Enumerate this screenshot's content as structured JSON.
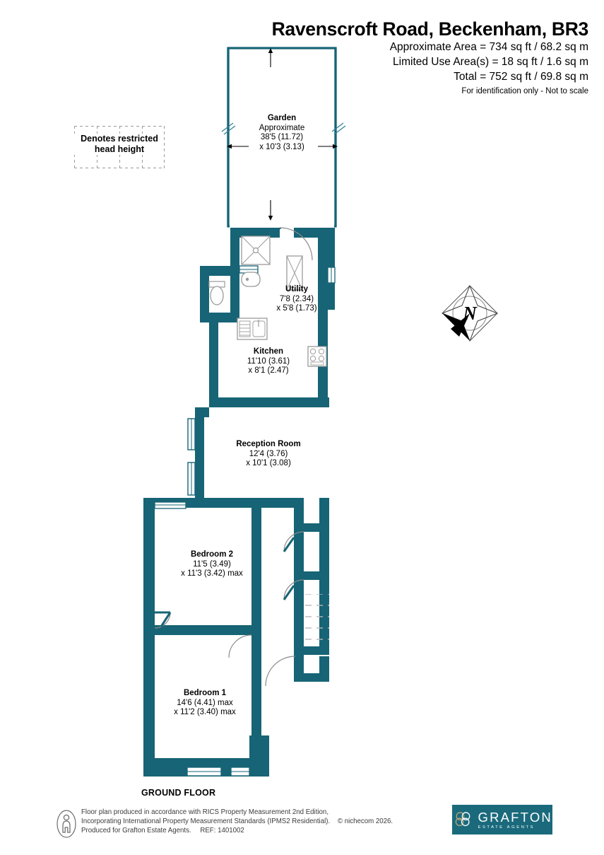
{
  "header": {
    "title": "Ravenscroft Road, Beckenham, BR3",
    "approx_area": "Approximate Area = 734 sq ft / 68.2 sq m",
    "limited_area": "Limited Use Area(s) = 18 sq ft / 1.6 sq m",
    "total_area": "Total = 752 sq ft / 69.8 sq m",
    "disclaimer": "For identification only - Not to scale"
  },
  "legend": {
    "line1": "Denotes restricted",
    "line2": "head height"
  },
  "compass": {
    "label": "N"
  },
  "rooms": [
    {
      "name": "Garden",
      "sub": "Approximate",
      "dim1": "38'5 (11.72)",
      "dim2": "x 10'3 (3.13)"
    },
    {
      "name": "Utility",
      "sub": "",
      "dim1": "7'8 (2.34)",
      "dim2": "x 5'8 (1.73)"
    },
    {
      "name": "Kitchen",
      "sub": "",
      "dim1": "11'10 (3.61)",
      "dim2": "x 8'1 (2.47)"
    },
    {
      "name": "Reception Room",
      "sub": "",
      "dim1": "12'4 (3.76)",
      "dim2": "x 10'1 (3.08)"
    },
    {
      "name": "Bedroom 2",
      "sub": "",
      "dim1": "11'5 (3.49)",
      "dim2": "x 11'3 (3.42) max"
    },
    {
      "name": "Bedroom 1",
      "sub": "",
      "dim1": "14'6 (4.41) max",
      "dim2": "x 11'2 (3.40) max"
    }
  ],
  "floor_label": "GROUND FLOOR",
  "footer": {
    "line1": "Floor plan produced in accordance with RICS Property Measurement 2nd Edition,",
    "line2": "Incorporating International Property Measurement Standards (IPMS2 Residential).",
    "copyright": "© nichecom 2026.",
    "line3": "Produced for Grafton Estate Agents.",
    "reference": "REF:  1401002"
  },
  "logo": {
    "name": "GRAFTON",
    "subtitle": "ESTATE AGENTS"
  },
  "colors": {
    "wall": "#166475",
    "logo_bg": "#1a6a7c",
    "text": "#000000",
    "footer_text": "#3b3b3b",
    "dashed": "#9a9a9a"
  }
}
